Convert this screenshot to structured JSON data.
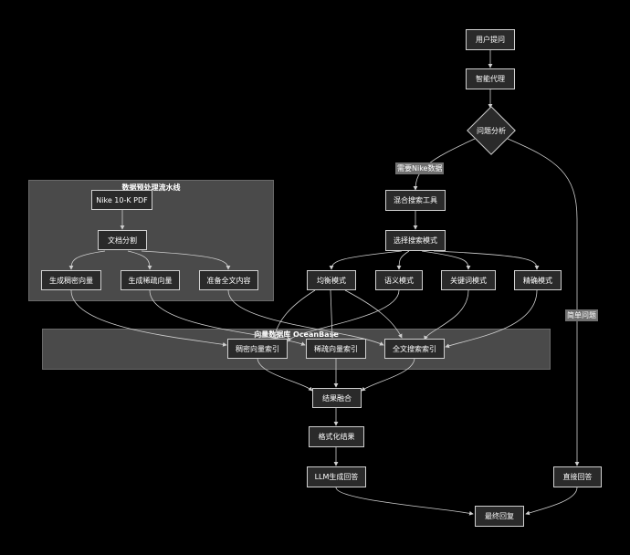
{
  "clusters": {
    "preprocess": "数据预处理流水线",
    "vectordb": "向量数据库 OceanBase"
  },
  "nodes": {
    "user_question": "用户提问",
    "agent": "智能代理",
    "analysis": "问题分析",
    "hybrid_tool": "混合搜索工具",
    "select_mode": "选择搜索模式",
    "balanced": "均衡模式",
    "semantic": "语义模式",
    "keyword": "关键词模式",
    "precise": "精确模式",
    "pdf": "Nike 10-K PDF",
    "split": "文档分割",
    "gen_dense": "生成稠密向量",
    "gen_sparse": "生成稀疏向量",
    "prep_fulltext": "准备全文内容",
    "dense_index": "稠密向量索引",
    "sparse_index": "稀疏向量索引",
    "fulltext_index": "全文搜索索引",
    "fusion": "结果融合",
    "format": "格式化结果",
    "llm_answer": "LLM生成回答",
    "direct_answer": "直接回答",
    "final": "最终回复"
  },
  "edge_labels": {
    "need_nike": "需要Nike数据",
    "simple": "简单问题"
  },
  "colors": {
    "background": "#000000",
    "node_fill": "#2a2a2a",
    "node_border": "#d0d0d0",
    "cluster_fill": "#4a4a4a",
    "edge": "#cfcfcf"
  }
}
